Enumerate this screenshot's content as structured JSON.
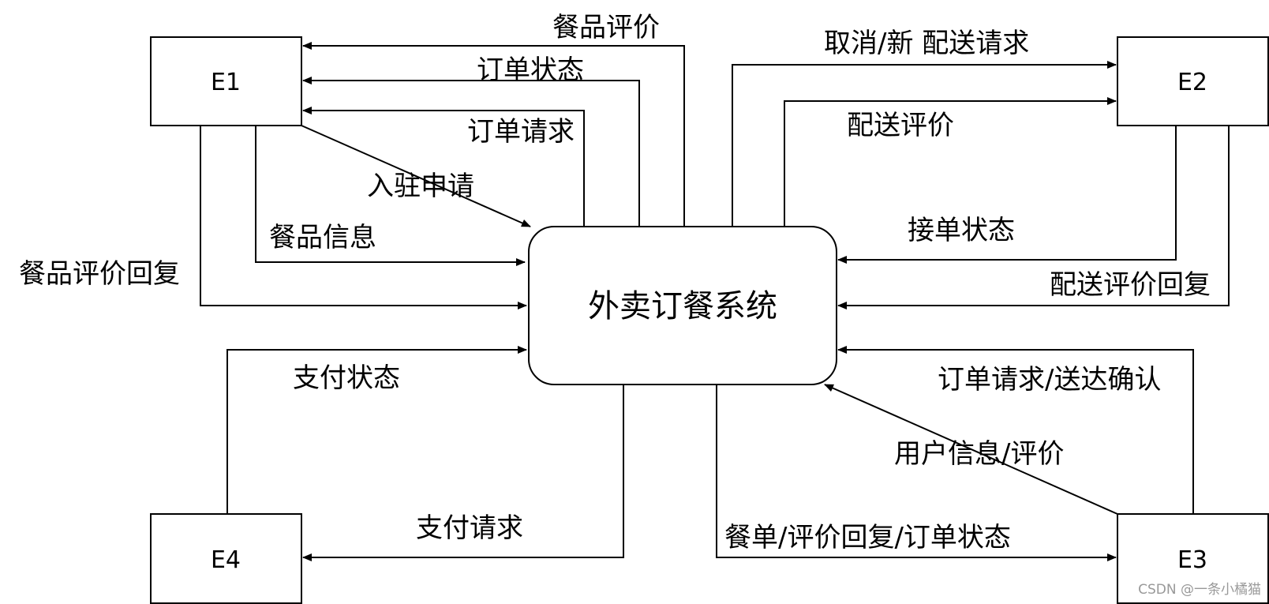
{
  "diagram": {
    "center": {
      "label": "外卖订餐系统"
    },
    "entities": {
      "e1": "E1",
      "e2": "E2",
      "e3": "E3",
      "e4": "E4"
    },
    "flows": {
      "dish_review": "餐品评价",
      "order_status_e1": "订单状态",
      "order_request_e1": "订单请求",
      "join_application": "入驻申请",
      "dish_info": "餐品信息",
      "dish_review_reply": "餐品评价回复",
      "cancel_new_delivery": "取消/新 配送请求",
      "delivery_review": "配送评价",
      "accept_status": "接单状态",
      "delivery_review_reply": "配送评价回复",
      "order_request_delivered": "订单请求/送达确认",
      "user_info_review": "用户信息/评价",
      "menu_reply_status": "餐单/评价回复/订单状态",
      "payment_status": "支付状态",
      "payment_request": "支付请求"
    },
    "watermark": "CSDN @一条小橘猫"
  }
}
